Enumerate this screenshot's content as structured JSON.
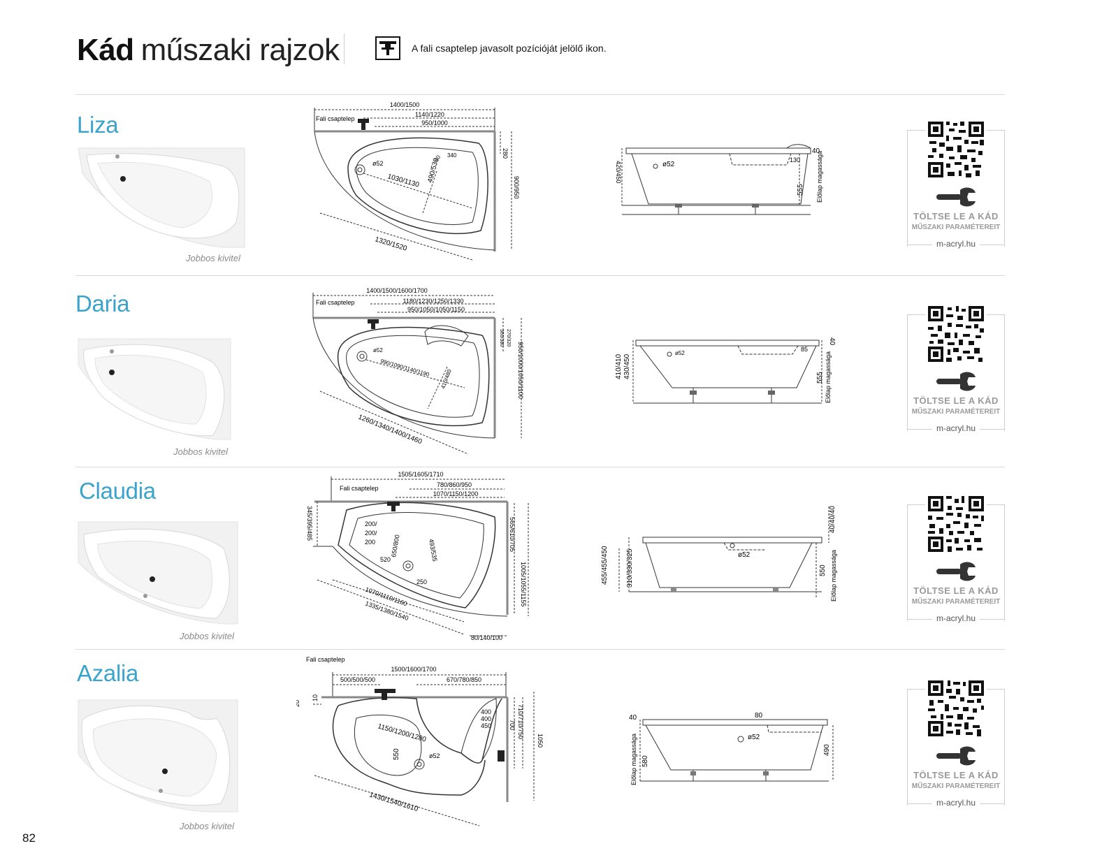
{
  "header": {
    "title_bold": "Kád",
    "title_light": "műszaki rajzok",
    "legend_text": "A fali csaptelep javasolt pozícióját jelölő ikon."
  },
  "qr_card": {
    "line1": "TÖLTSE LE A KÁD",
    "line2": "MŰSZAKI PARAMÉTEREIT",
    "url": "m-acryl.hu"
  },
  "page_number": "82",
  "models": [
    {
      "name": "Liza",
      "variant": "Jobbos kivitel",
      "plan": {
        "tap_label": "Fali csaptelep",
        "dims": [
          "1400/1500",
          "1140/1220",
          "950/1000",
          "280",
          "900/950",
          "ø52",
          "1030/1130",
          "490/530",
          "1320/1520",
          "340",
          "80"
        ]
      },
      "side": {
        "dims": [
          "40",
          "ø52",
          "130",
          "420/450",
          "555",
          "Előlap magassága"
        ]
      }
    },
    {
      "name": "Daria",
      "variant": "Jobbos kivitel",
      "plan": {
        "tap_label": "Fali csaptelep",
        "dims": [
          "1400/1500/1600/1700",
          "1180/1230/1250/1330",
          "950/1050/1050/1150",
          "270/320",
          "360/380",
          "950/1000/1050/1100",
          "ø52",
          "990/1090/1140/1190",
          "410/480",
          "1260/1340/1400/1460"
        ]
      },
      "side": {
        "dims": [
          "40",
          "ø52",
          "85",
          "410/410",
          "430/450",
          "555",
          "Előlap magassága"
        ]
      }
    },
    {
      "name": "Claudia",
      "variant": "Jobbos kivitel",
      "plan": {
        "tap_label": "Fali csaptelep",
        "dims": [
          "1505/1605/1710",
          "780/860/950",
          "1070/1150/1200",
          "345/395/485",
          "565/610/705",
          "1005/1055/1155",
          "200/",
          "200/",
          "200",
          "650/800",
          "520",
          "493/535",
          "250",
          "1070/1110/1160",
          "1335/1380/1540",
          "80/140/100"
        ]
      },
      "side": {
        "dims": [
          "40/40/40",
          "ø52",
          "455/455/450",
          "310/330/325",
          "550",
          "Előlap magassága"
        ]
      }
    },
    {
      "name": "Azalia",
      "variant": "Jobbos kivitel",
      "plan": {
        "tap_label": "Fali csaptelep",
        "dims": [
          "1500/1600/1700",
          "500/500/500",
          "670/780/850",
          "20",
          "10",
          "1150/1200/1280",
          "550",
          "ø52",
          "400",
          "400",
          "450",
          "710/710/750",
          "700",
          "1050",
          "1430/1540/1610"
        ]
      },
      "side": {
        "dims": [
          "40",
          "80",
          "ø52",
          "490",
          "580",
          "Előlap magassága"
        ]
      }
    }
  ]
}
